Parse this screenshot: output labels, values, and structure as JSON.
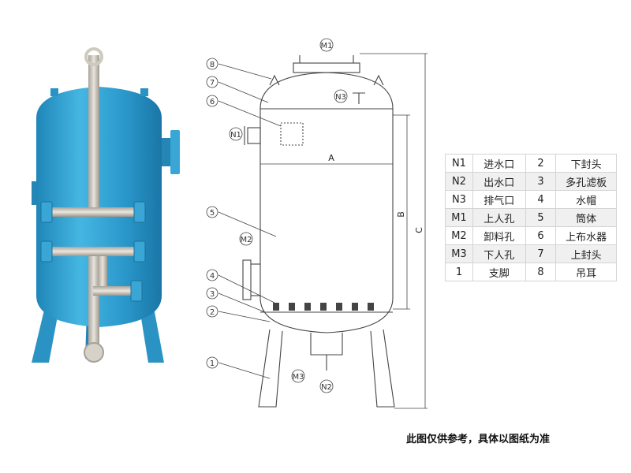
{
  "drawing": {
    "markers": [
      "M1",
      "N3",
      "N1",
      "M2",
      "M3",
      "N2"
    ],
    "callouts": [
      "8",
      "7",
      "6",
      "5",
      "4",
      "3",
      "2",
      "1"
    ],
    "dimensions": {
      "a": "A",
      "b": "B",
      "c": "C"
    }
  },
  "parts_table": [
    {
      "code": "N1",
      "name": "进水口",
      "num": "2",
      "name2": "下封头"
    },
    {
      "code": "N2",
      "name": "出水口",
      "num": "3",
      "name2": "多孔滤板"
    },
    {
      "code": "N3",
      "name": "排气口",
      "num": "4",
      "name2": "水帽"
    },
    {
      "code": "M1",
      "name": "上人孔",
      "num": "5",
      "name2": "筒体"
    },
    {
      "code": "M2",
      "name": "卸料孔",
      "num": "6",
      "name2": "上布水器"
    },
    {
      "code": "M3",
      "name": "下人孔",
      "num": "7",
      "name2": "上封头"
    },
    {
      "code": "1",
      "name": "支脚",
      "num": "8",
      "name2": "吊耳"
    }
  ],
  "note": "此图仅供参考，具体以图纸为准",
  "colors": {
    "tank": "#2f9fcf",
    "pipe": "#c7c2b8",
    "line": "#444444"
  }
}
